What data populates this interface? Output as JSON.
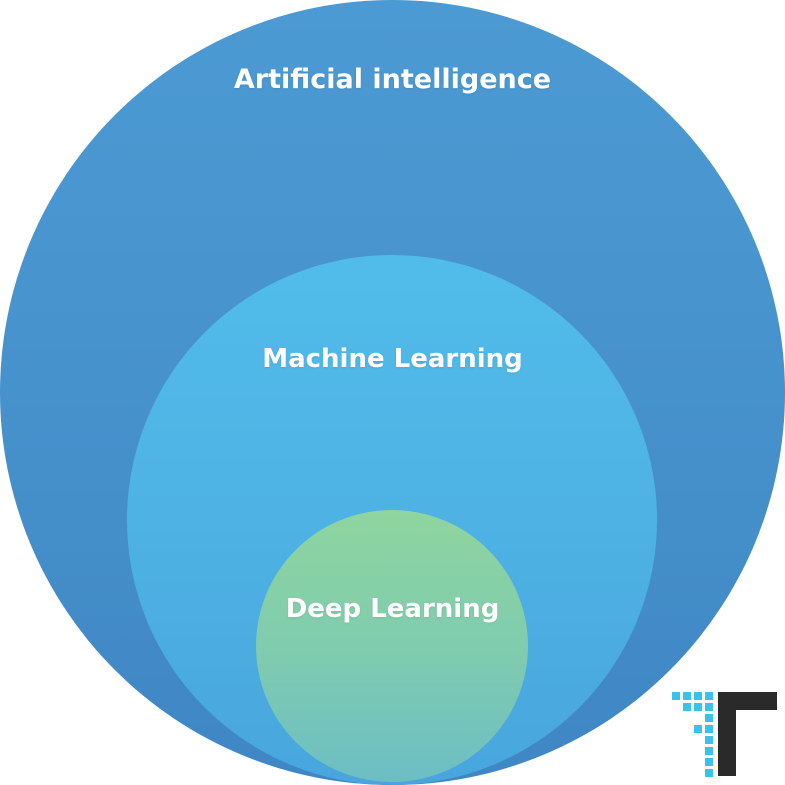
{
  "diagram": {
    "outer": {
      "label": "Artificial intelligence",
      "color": "#4590cb"
    },
    "middle": {
      "label": "Machine Learning",
      "color": "#4eb2e4"
    },
    "inner": {
      "label": "Deep Learning",
      "color": "#7ecbb0"
    }
  },
  "logo": {
    "icon": "pixel-t-logo-icon",
    "colors": {
      "pixels": "#3cc0ee",
      "bar": "#2a2a2a"
    }
  }
}
